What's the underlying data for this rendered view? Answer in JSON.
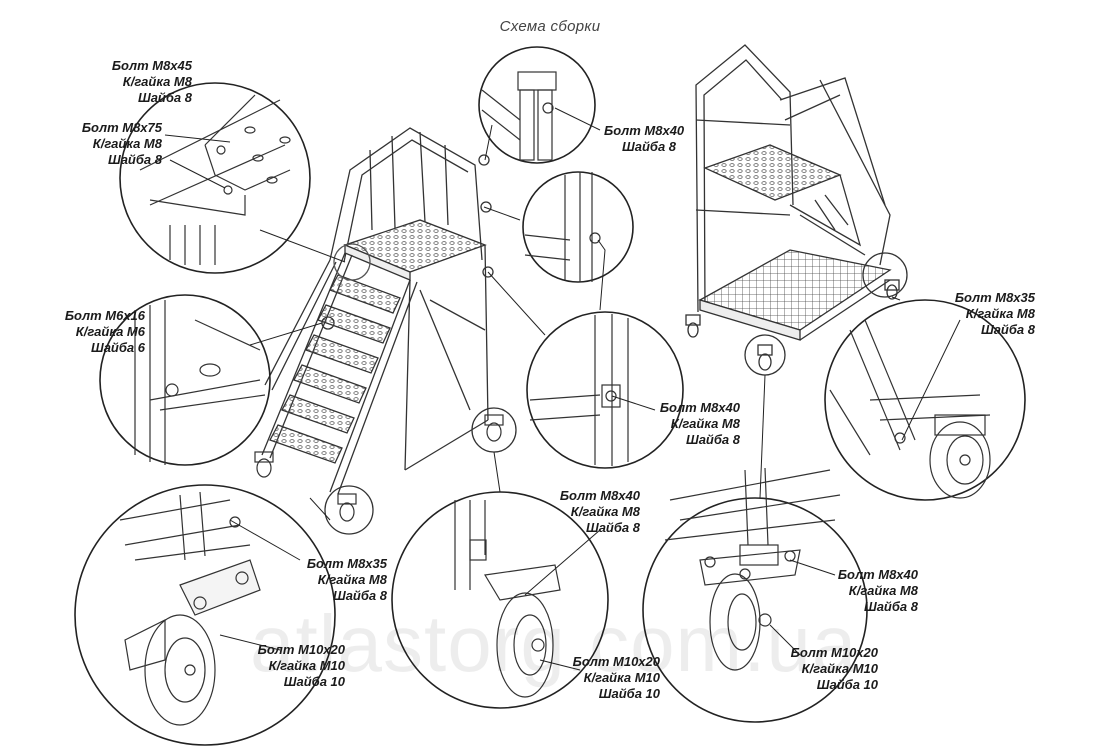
{
  "title": "Схема сборки",
  "watermark": "atlastorg.com.ua",
  "callouts": [
    {
      "lines": [
        "Болт М8х45",
        "К/гайка М8",
        "Шайба 8"
      ]
    },
    {
      "lines": [
        "Болт М8х75",
        "К/гайка М8",
        "Шайба 8"
      ]
    },
    {
      "lines": [
        "Болт М6х16",
        "К/гайка М6",
        "Шайба 6"
      ]
    },
    {
      "lines": [
        "Болт М8х40",
        "Шайба 8"
      ]
    },
    {
      "lines": [
        "Болт М8х40",
        "К/гайка М8",
        "Шайба 8"
      ]
    },
    {
      "lines": [
        "Болт М8х35",
        "К/гайка М8",
        "Шайба 8"
      ]
    },
    {
      "lines": [
        "Болт М8х35",
        "К/гайка М8",
        "Шайба 8"
      ]
    },
    {
      "lines": [
        "Болт М10х20",
        "К/гайка М10",
        "Шайба 10"
      ]
    },
    {
      "lines": [
        "Болт М8х40",
        "К/гайка М8",
        "Шайба 8"
      ]
    },
    {
      "lines": [
        "Болт М10х20",
        "К/гайка М10",
        "Шайба 10"
      ]
    },
    {
      "lines": [
        "Болт М8х40",
        "К/гайка М8",
        "Шайба 8"
      ]
    },
    {
      "lines": [
        "Болт М10х20",
        "К/гайка М10",
        "Шайба 10"
      ]
    }
  ]
}
